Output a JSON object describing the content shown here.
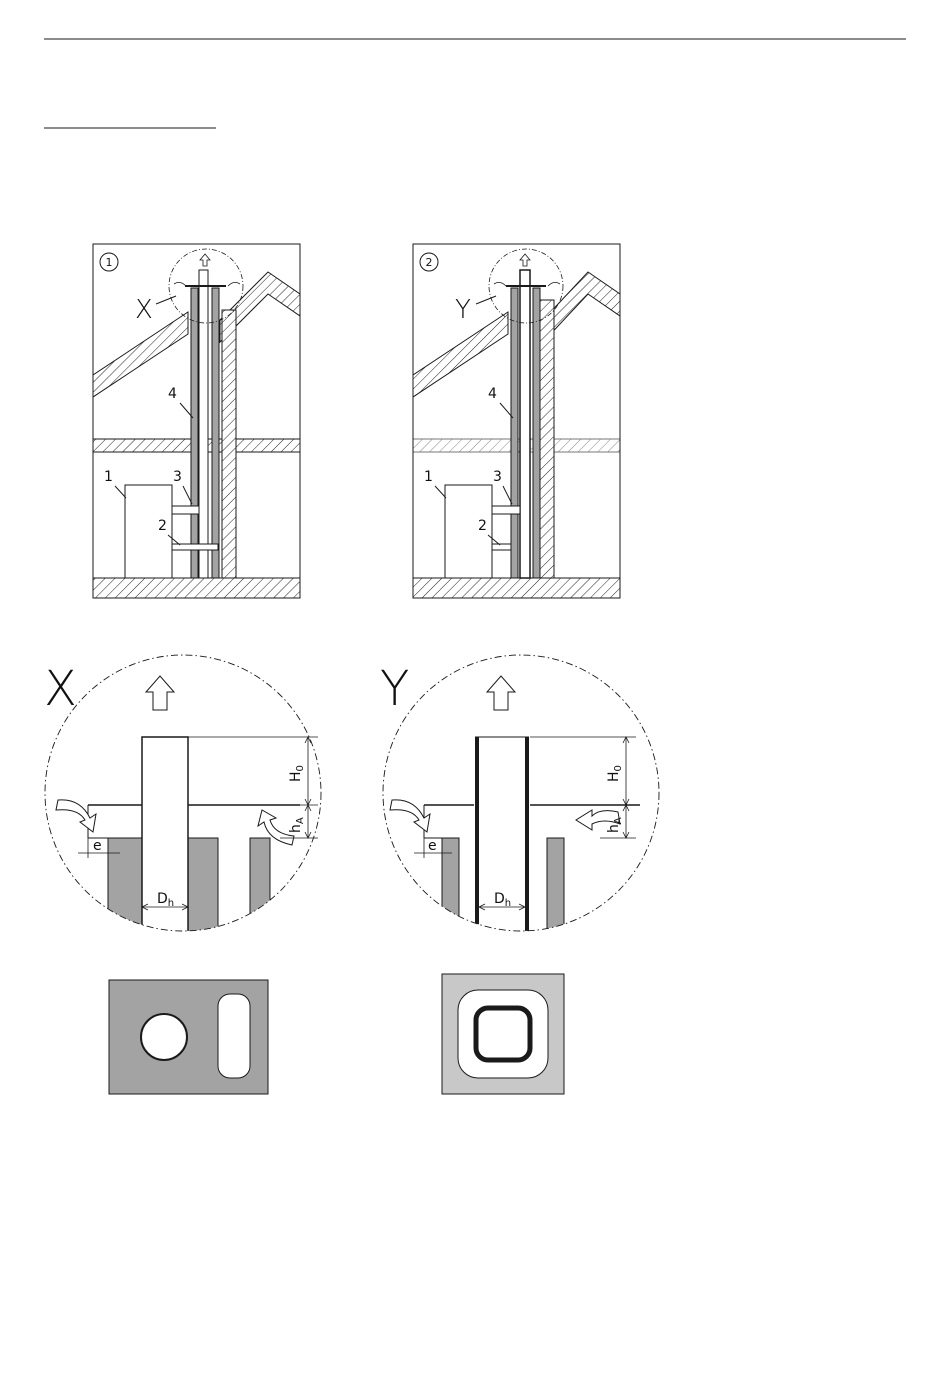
{
  "colors": {
    "ink": "#1a1a1a",
    "wall_gray": "#a3a3a3",
    "light_gray": "#c8c8c8",
    "white": "#ffffff"
  },
  "diagram1": {
    "badge": "1",
    "detail_ref": "X",
    "callouts": [
      "1",
      "2",
      "3",
      "4"
    ]
  },
  "diagram2": {
    "badge": "2",
    "detail_ref": "Y",
    "callouts": [
      "1",
      "2",
      "3",
      "4"
    ]
  },
  "detail_x": {
    "title": "X",
    "dim_height_outlet": "H",
    "dim_height_outlet_sub": "0",
    "dim_height_air": "h",
    "dim_height_air_sub": "A",
    "dim_gap": "e",
    "dim_diameter": "D",
    "dim_diameter_sub": "h"
  },
  "detail_y": {
    "title": "Y",
    "dim_height_outlet": "H",
    "dim_height_outlet_sub": "0",
    "dim_height_air": "h",
    "dim_height_air_sub": "A",
    "dim_gap": "e",
    "dim_diameter": "D",
    "dim_diameter_sub": "h"
  },
  "icons": [
    "arrow-up-icon",
    "curved-arrow-icon",
    "dimension-arrow-icon"
  ]
}
